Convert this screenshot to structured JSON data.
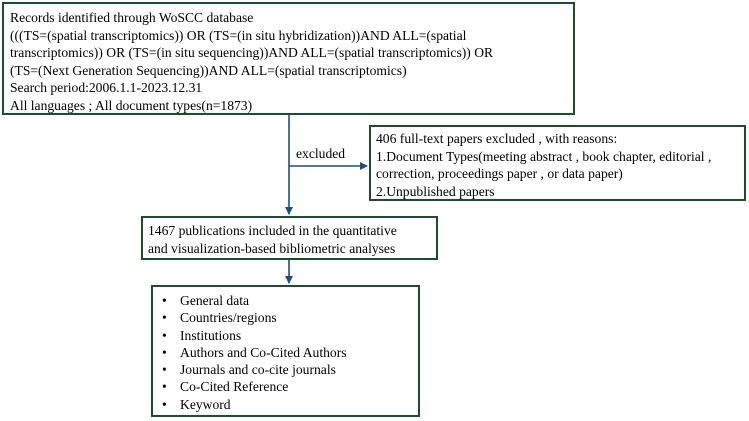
{
  "colors": {
    "box_border": "#1e4d2b",
    "arrow": "#1f4e79",
    "text": "#000000"
  },
  "identification_box": {
    "lines": [
      "Records identified through WoSCC database",
      "(((TS=(spatial transcriptomics)) OR (TS=(in situ hybridization))AND ALL=(spatial",
      "transcriptomics)) OR (TS=(in situ sequencing))AND ALL=(spatial transcriptomics)) OR",
      "(TS=(Next Generation Sequencing))AND ALL=(spatial transcriptomics)",
      "Search period:2006.1.1-2023.12.31",
      "All languages ; All document types(n=1873)"
    ]
  },
  "exclusion_edge_label": "excluded",
  "exclusion_box": {
    "lines": [
      "406 full-text papers excluded , with reasons:",
      "1.Document Types(meeting abstract , book chapter, editorial ,",
      "correction, proceedings paper , or data paper)",
      "2.Unpublished papers"
    ]
  },
  "included_box": {
    "lines": [
      "1467 publications included in the quantitative",
      "and visualization-based bibliometric analyses"
    ]
  },
  "analysis_box": {
    "bullet_symbol": "•",
    "items": [
      "General data",
      "Countries/regions",
      "Institutions",
      "Authors and Co-Cited Authors",
      "Journals and co-cite journals",
      "Co-Cited Reference",
      "Keyword"
    ]
  }
}
